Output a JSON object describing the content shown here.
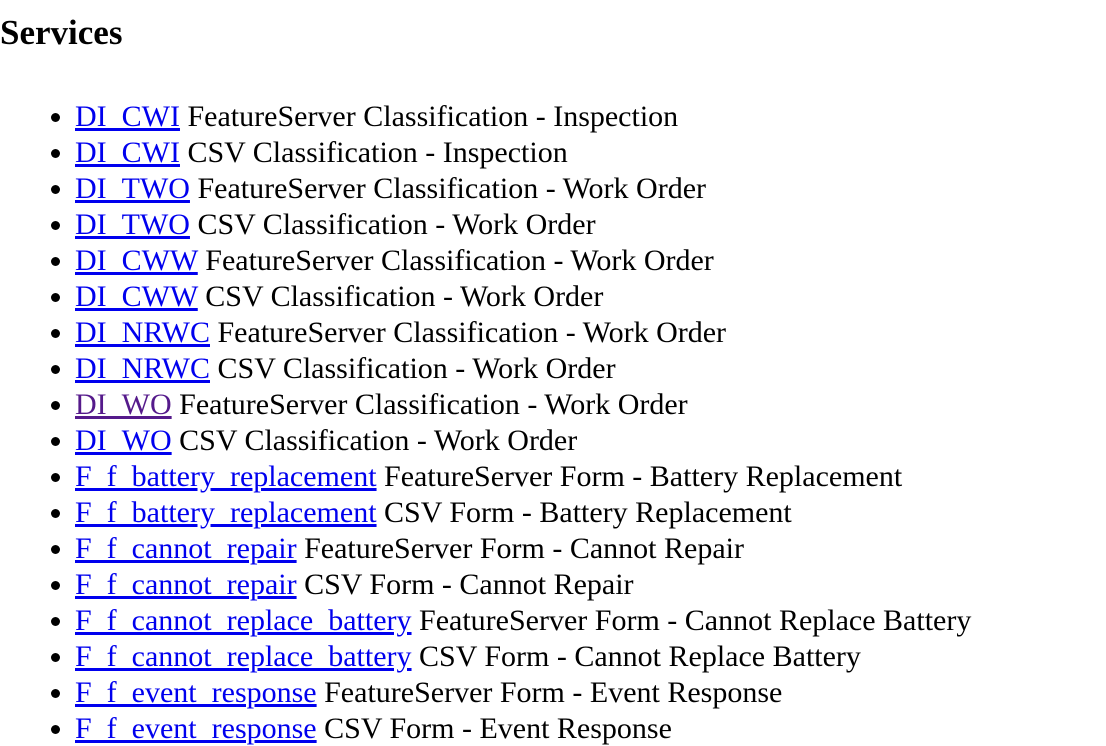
{
  "page": {
    "title": "Services"
  },
  "colors": {
    "background": "#FFFFFF",
    "text": "#000000",
    "link": "#0000EE",
    "visited_link": "#551A8B",
    "bullet": "#000000"
  },
  "services": [
    {
      "name": "DI_CWI",
      "description": "FeatureServer Classification - Inspection",
      "visited": false
    },
    {
      "name": "DI_CWI",
      "description": "CSV Classification - Inspection",
      "visited": false
    },
    {
      "name": "DI_TWO",
      "description": "FeatureServer Classification - Work Order",
      "visited": false
    },
    {
      "name": "DI_TWO",
      "description": "CSV Classification - Work Order",
      "visited": false
    },
    {
      "name": "DI_CWW",
      "description": "FeatureServer Classification - Work Order",
      "visited": false
    },
    {
      "name": "DI_CWW",
      "description": "CSV Classification - Work Order",
      "visited": false
    },
    {
      "name": "DI_NRWC",
      "description": "FeatureServer Classification - Work Order",
      "visited": false
    },
    {
      "name": "DI_NRWC",
      "description": "CSV Classification - Work Order",
      "visited": false
    },
    {
      "name": "DI_WO",
      "description": "FeatureServer Classification - Work Order",
      "visited": true
    },
    {
      "name": "DI_WO",
      "description": "CSV Classification - Work Order",
      "visited": false
    },
    {
      "name": "F_f_battery_replacement",
      "description": "FeatureServer Form - Battery Replacement",
      "visited": false
    },
    {
      "name": "F_f_battery_replacement",
      "description": "CSV Form - Battery Replacement",
      "visited": false
    },
    {
      "name": "F_f_cannot_repair",
      "description": "FeatureServer Form - Cannot Repair",
      "visited": false
    },
    {
      "name": "F_f_cannot_repair",
      "description": "CSV Form - Cannot Repair",
      "visited": false
    },
    {
      "name": "F_f_cannot_replace_battery",
      "description": "FeatureServer Form - Cannot Replace Battery",
      "visited": false
    },
    {
      "name": "F_f_cannot_replace_battery",
      "description": "CSV Form - Cannot Replace Battery",
      "visited": false
    },
    {
      "name": "F_f_event_response",
      "description": "FeatureServer Form - Event Response",
      "visited": false
    },
    {
      "name": "F_f_event_response",
      "description": "CSV Form - Event Response",
      "visited": false
    }
  ]
}
